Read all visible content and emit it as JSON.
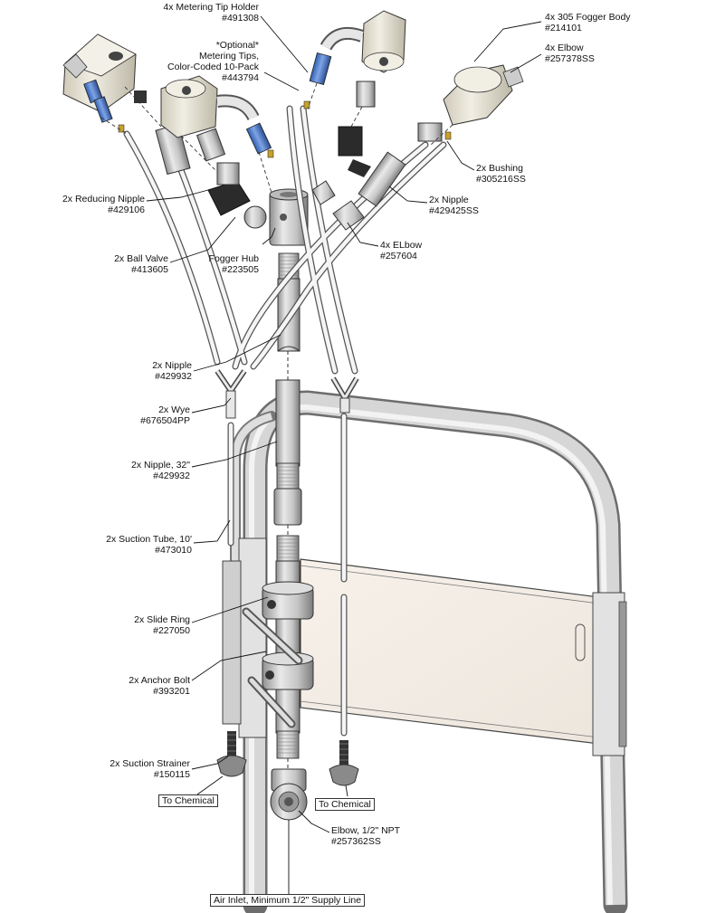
{
  "callouts": [
    {
      "id": "metering-tip-holder",
      "name": "4x Metering Tip Holder",
      "part": "#491308"
    },
    {
      "id": "optional-metering-tips",
      "name_lines": [
        "*Optional*",
        "Metering Tips,",
        "Color-Coded 10-Pack"
      ],
      "part": "#443794"
    },
    {
      "id": "fogger-body",
      "name": "4x 305 Fogger Body",
      "part": "#214101"
    },
    {
      "id": "elbow-ss",
      "name": "4x Elbow",
      "part": "#257378SS"
    },
    {
      "id": "bushing",
      "name": "2x Bushing",
      "part": "#305216SS"
    },
    {
      "id": "reducing-nipple",
      "name": "2x Reducing Nipple",
      "part": "#429106"
    },
    {
      "id": "nipple-ss",
      "name": "2x Nipple",
      "part": "#429425SS"
    },
    {
      "id": "elbow-brass",
      "name": "4x ELbow",
      "part": "#257604"
    },
    {
      "id": "ball-valve",
      "name": "2x Ball Valve",
      "part": "#413605"
    },
    {
      "id": "fogger-hub",
      "name": "Fogger Hub",
      "part": "#223505"
    },
    {
      "id": "nipple",
      "name": "2x Nipple",
      "part": "#429932"
    },
    {
      "id": "wye",
      "name": "2x Wye",
      "part": "#676504PP"
    },
    {
      "id": "nipple-32",
      "name": "2x Nipple, 32\"",
      "part": "#429932"
    },
    {
      "id": "suction-tube",
      "name": "2x Suction Tube, 10'",
      "part": "#473010"
    },
    {
      "id": "slide-ring",
      "name": "2x Slide Ring",
      "part": "#227050"
    },
    {
      "id": "anchor-bolt",
      "name": "2x Anchor Bolt",
      "part": "#393201"
    },
    {
      "id": "suction-strainer",
      "name": "2x Suction Strainer",
      "part": "#150115"
    },
    {
      "id": "elbow-npt",
      "name": "Elbow, 1/2\" NPT",
      "part": "#257362SS"
    }
  ],
  "boxed_labels": {
    "to_chemical_left": "To Chemical",
    "to_chemical_right": "To Chemical",
    "air_inlet": "Air Inlet, Minimum 1/2\" Supply Line"
  },
  "colors": {
    "metal_light": "#d9d9d9",
    "metal_dark": "#8a8a8a",
    "fogger_body": "#e6e2d6",
    "blue_fitting": "#4a78c8",
    "valve_black": "#2b2b2b",
    "tube": "#f4f4f4",
    "outline": "#222222"
  }
}
